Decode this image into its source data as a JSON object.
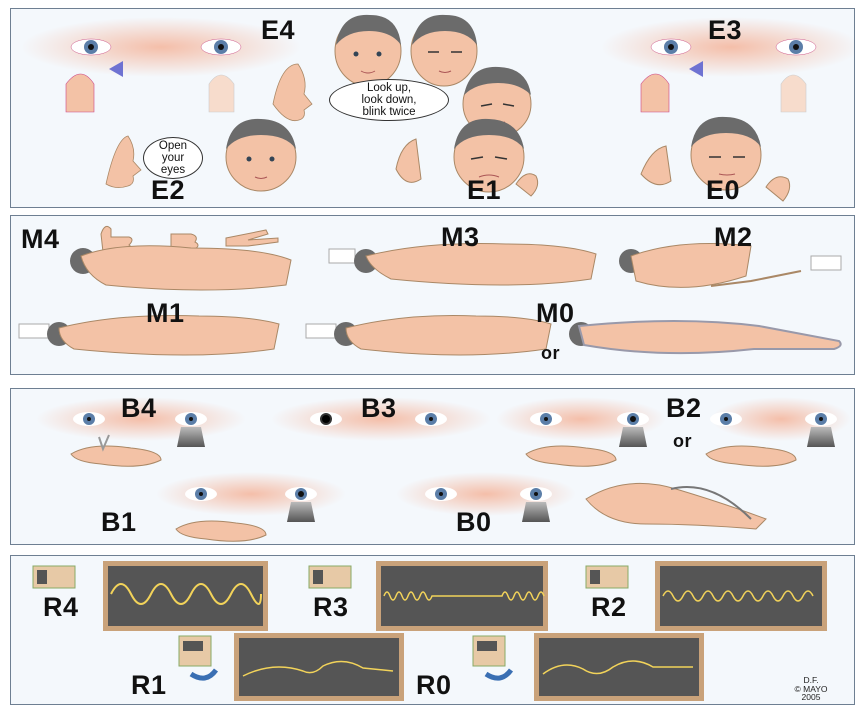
{
  "eye_panel": {
    "labels": {
      "e4": "E4",
      "e3": "E3",
      "e2": "E2",
      "e1": "E1",
      "e0": "E0"
    },
    "speech_look_up": [
      "Look up,",
      "look down,",
      "blink twice"
    ],
    "speech_open_eyes": [
      "Open",
      "your",
      "eyes"
    ]
  },
  "motor_panel": {
    "labels": {
      "m4": "M4",
      "m3": "M3",
      "m2": "M2",
      "m1": "M1",
      "m0": "M0"
    },
    "or_text": "or"
  },
  "brainstem_panel": {
    "labels": {
      "b4": "B4",
      "b3": "B3",
      "b2": "B2",
      "b1": "B1",
      "b0": "B0"
    },
    "or_text": "or"
  },
  "respiration_panel": {
    "labels": {
      "r4": "R4",
      "r3": "R3",
      "r2": "R2",
      "r1": "R1",
      "r0": "R0"
    }
  },
  "credit": {
    "line1": "D.F.",
    "line2": "© MAYO",
    "line3": "2005"
  },
  "colors": {
    "skin": "#f3c2a6",
    "skin_dark": "#e2a285",
    "hair": "#6b6b6b",
    "arrow": "#7a7fd6",
    "monitor_screen": "#555555",
    "monitor_frame": "#c9a27a",
    "wave": "#f2d35a"
  }
}
